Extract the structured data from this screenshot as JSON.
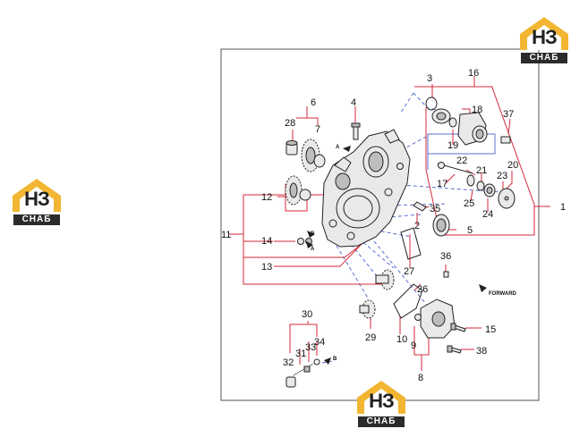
{
  "brand": {
    "letters": "НЗ",
    "caption": "СНАБ",
    "accent": "#f2b632",
    "dark": "#2b2b2b"
  },
  "diagram": {
    "frame_color": "#555555",
    "leader_color": "#d42a3a",
    "dash_color": "#5a6fd0",
    "callouts": [
      "1",
      "2",
      "3",
      "4",
      "5",
      "6",
      "7",
      "8",
      "9",
      "10",
      "11",
      "12",
      "13",
      "14",
      "15",
      "16",
      "17",
      "18",
      "19",
      "20",
      "21",
      "22",
      "23",
      "24",
      "25",
      "26",
      "27",
      "28",
      "29",
      "30",
      "31",
      "32",
      "33",
      "34",
      "35",
      "36",
      "37",
      "38"
    ],
    "view_tags": {
      "a": "A",
      "b": "B"
    },
    "direction_label": "FORWARD"
  }
}
